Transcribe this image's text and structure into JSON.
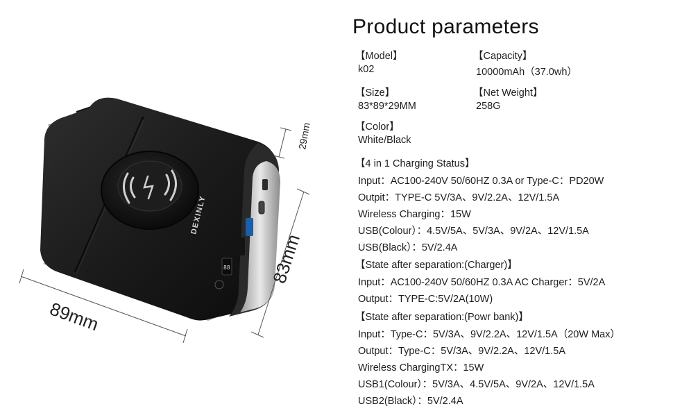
{
  "product": {
    "brand": "DEXINLY",
    "dimension_width": "89mm",
    "dimension_height": "83mm",
    "dimension_depth": "29mm"
  },
  "params": {
    "title": "Product parameters",
    "model_label": "【Model】",
    "model_value": "k02",
    "capacity_label": "【Capacity】",
    "capacity_value": "10000mAh（37.0wh）",
    "size_label": "【Size】",
    "size_value": "83*89*29MM",
    "weight_label": "【Net Weight】",
    "weight_value": "258G",
    "color_label": "【Color】",
    "color_value": "White/Black",
    "charging_status_label": "【4 in 1 Charging Status】",
    "charging_status": [
      "Input：AC100-240V 50/60HZ 0.3A or Type-C：PD20W",
      "Outpit：TYPE-C 5V/3A、9V/2.2A、12V/1.5A",
      "Wireless Charging：15W",
      "USB(Colour）：4.5V/5A、5V/3A、9V/2A、12V/1.5A",
      "USB(Black）：5V/2.4A"
    ],
    "charger_label": "【State after separation:(Charger)】",
    "charger": [
      "Input：AC100-240V 50/60HZ 0.3A AC Charger：5V/2A",
      "Output：TYPE-C:5V/2A(10W)"
    ],
    "powerbank_label": "【State after separation:(Powr bank)】",
    "powerbank": [
      "Input：Type-C：5V/3A、9V/2.2A、12V/1.5A（20W Max）",
      "Output：Type-C：5V/3A、9V/2.2A、12V/1.5A",
      "Wireless ChargingTX：15W",
      "USB1(Colour）：5V/3A、4.5V/5A、9V/2A、12V/1.5A",
      "USB2(Black）：5V/2.4A"
    ]
  }
}
